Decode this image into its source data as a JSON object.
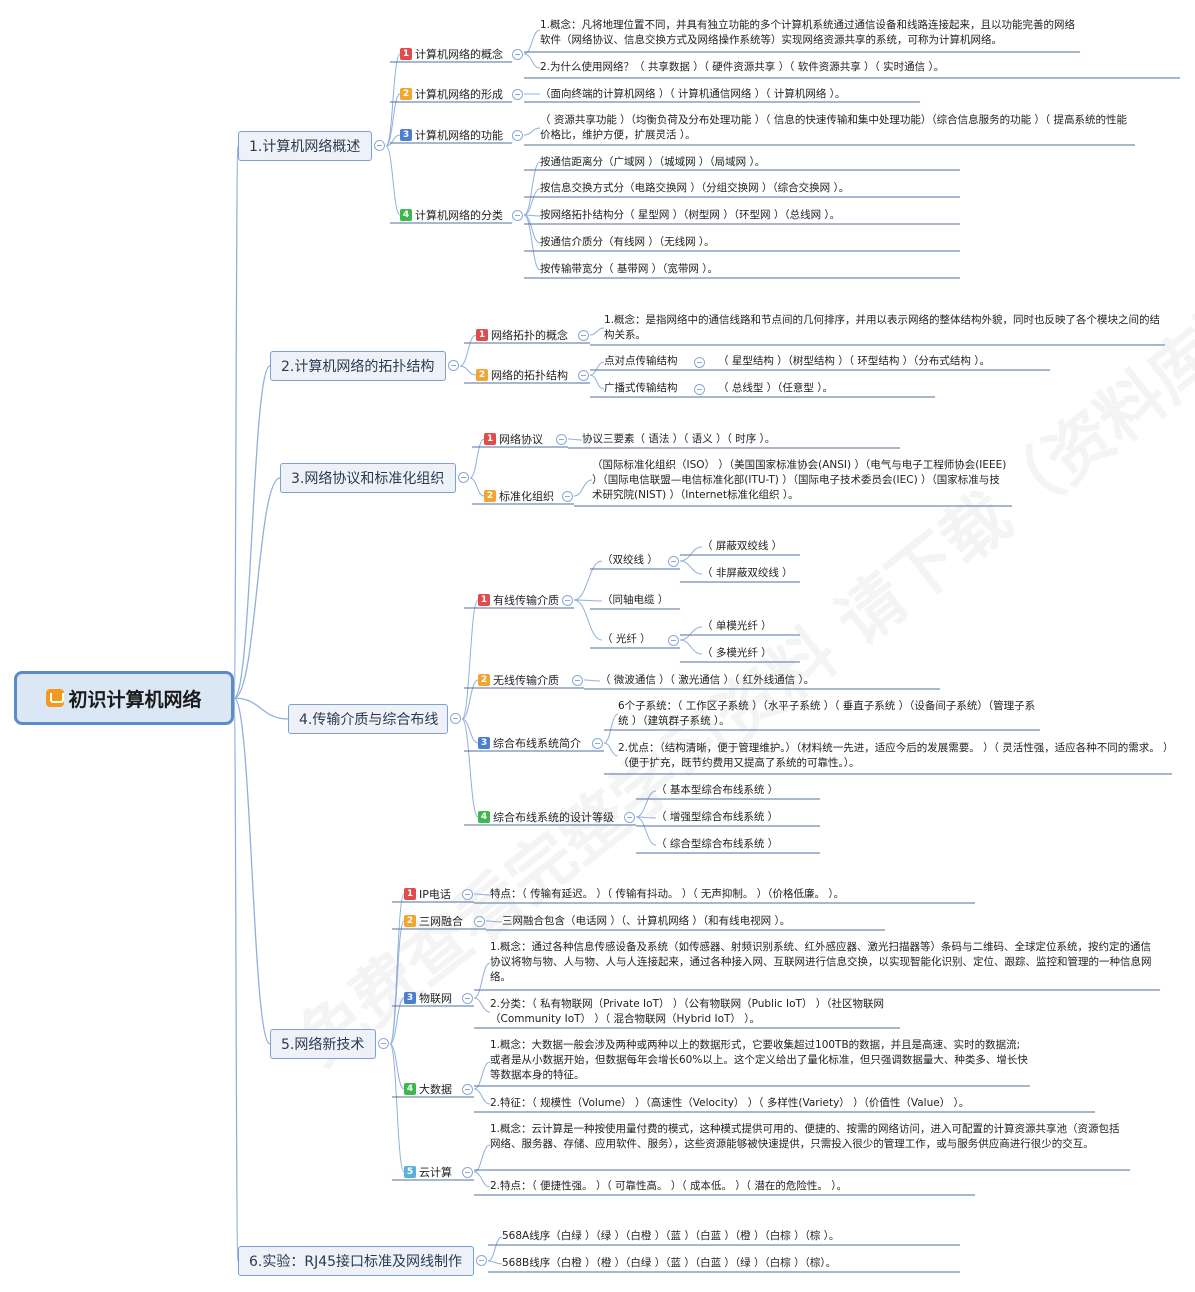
{
  "root": "初识计算机网络",
  "sections": [
    {
      "title": "1.计算机网络概述",
      "subs": [
        {
          "num": "1",
          "label": "计算机网络的概念",
          "leaves": [
            "1.概念：凡将地理位置不同，并具有独立功能的多个计算机系统通过通信设备和线路连接起来，且以功能完善的网络软件（网络协议、信息交换方式及网络操作系统等）实现网络资源共享的系统，可称为计算机网络。",
            "2.为什么使用网络？（        共享数据           ）（       硬件资源共享           ）（          软件资源共享           ）（     实时通信          ）。"
          ]
        },
        {
          "num": "2",
          "label": "计算机网络的形成",
          "leaves": [
            "（面向终端的计算机网络   ）（    计算机通信网络    ）（    计算机网络      ）。"
          ]
        },
        {
          "num": "3",
          "label": "计算机网络的功能",
          "leaves": [
            "（     资源共享功能      ）（均衡负荷及分布处理功能  ）（   信息的快速传输和集中处理功能）（综合信息服务的功能    ）（   提高系统的性能价格比，维护方便，扩展灵活     ）。"
          ]
        },
        {
          "num": "4",
          "label": "计算机网络的分类",
          "leaves": [
            "按通信距离分（广域网   ）（城域网       ）（局域网        ）。",
            "按信息交换方式分（电路交换网          ）（分组交换网        ）（综合交换网        ）。",
            "按网络拓扑结构分（   星型网       ）（树型网        ）（环型网        ）（总线网        ）。",
            "按通信介质分（有线网          ）（无线网         ）。",
            "按传输带宽分（   基带网         ）（宽带网          ）。"
          ]
        }
      ]
    },
    {
      "title": "2.计算机网络的拓扑结构",
      "subs": [
        {
          "num": "1",
          "label": "网络拓扑的概念",
          "leaves": [
            "1.概念：是指网络中的通信线路和节点间的几何排序，并用以表示网络的整体结构外貌，同时也反映了各个模块之间的结构关系。"
          ]
        },
        {
          "num": "2",
          "label": "网络的拓扑结构",
          "children": [
            {
              "label": "点对点传输结构",
              "leaf": "（      星型结构   ）（树型结构     ）（   环型结构   ）（分布式结构  ）。"
            },
            {
              "label": "广播式传输结构",
              "leaf": "（   总线型           ）（任意型          ）。"
            }
          ]
        }
      ]
    },
    {
      "title": "3.网络协议和标准化组织",
      "subs": [
        {
          "num": "1",
          "label": "网络协议",
          "leaves": [
            "协议三要素（       语法       ）（     语义          ）（       时序         ）。"
          ]
        },
        {
          "num": "2",
          "label": "标准化组织",
          "leaves": [
            "（国际标准化组织（ISO）        ）（美国国家标准协会(ANSI)          ）（电气与电子工程师协会(IEEE)  ）（国际电信联盟—电信标准化部(ITU-T)  ）（国际电子技术委员会(IEC)        ）（国家标准与技术研究院(NIST)  ）（Internet标准化组织          ）。"
          ]
        }
      ]
    },
    {
      "title": "4.传输介质与综合布线",
      "subs": [
        {
          "num": "1",
          "label": "有线传输介质",
          "children": [
            {
              "label": "（双绞线  ）",
              "leaves": [
                "（  屏蔽双绞线       ）",
                "（    非屏蔽双绞线       ）"
              ]
            },
            {
              "label": "（同轴电缆   ）",
              "leaves": []
            },
            {
              "label": "（  光纤   ）",
              "leaves": [
                "（     单模光纤         ）",
                "（    多模光纤         ）"
              ]
            }
          ]
        },
        {
          "num": "2",
          "label": "无线传输介质",
          "leaves": [
            "（ 微波通信                   ）（    激光通信           ）（   红外线通信              ）。"
          ]
        },
        {
          "num": "3",
          "label": "综合布线系统简介",
          "leaves": [
            "6个子系统：（   工作区子系统  ）（水平子系统   ）（   垂直子系统   ）（设备间子系统）（管理子系统   ）（建筑群子系统   ）。",
            "2.优点：（结构清晰，便于管理维护。）（材料统一先进，适应今后的发展需要。        ）（   灵活性强，适应各种不同的需求。       ）（便于扩充，既节约费用又提高了系统的可靠性。）。"
          ]
        },
        {
          "num": "4",
          "label": "综合布线系统的设计等级",
          "leaves": [
            "（     基本型综合布线系统          ）",
            "（       增强型综合布线系统         ）",
            "（     综合型综合布线系统            ）"
          ]
        }
      ]
    },
    {
      "title": "5.网络新技术",
      "subs": [
        {
          "num": "1",
          "label": "IP电话",
          "leaves": [
            "特点：（    传输有延迟。      ）（   传输有抖动。      ）（      无声抑制。      ）（价格低廉。       ）。"
          ]
        },
        {
          "num": "2",
          "label": "三网融合",
          "leaves": [
            "三网融合包含（电话网        ）（、计算机网络         ）（和有线电视网          ）。"
          ]
        },
        {
          "num": "3",
          "label": "物联网",
          "leaves": [
            "1.概念：通过各种信息传感设备及系统（如传感器、射频识别系统、红外感应器、激光扫描器等）条码与二维码、全球定位系统，按约定的通信协议将物与物、人与物、人与人连接起来，通过各种接入网、互联网进行信息交换，以实现智能化识别、定位、跟踪、监控和管理的一种信息网络。",
            "2.分类：（     私有物联网（Private IoT）         ）（公有物联网（Public IoT）             ）（社区物联网（Community IoT）       ）（     混合物联网（Hybrid IoT）         ）。"
          ]
        },
        {
          "num": "4",
          "label": "大数据",
          "leaves": [
            "1.概念：大数据一般会涉及两种或两种以上的数据形式，它要收集超过100TB的数据，并且是高速、实时的数据流;或者是从小数据开始，但数据每年会增长60%以上。这个定义给出了量化标准，但只强调数据量大、种类多、增长快等数据本身的特征。",
            "2.特征：（     规模性（Volume）          ）（高速性（Velocity）              ）（         多样性(Variety）      ）（价值性（Value）            ）。"
          ]
        },
        {
          "num": "5",
          "label": "云计算",
          "leaves": [
            "1.概念：云计算是一种按使用量付费的模式，这种模式提供可用的、便捷的、按需的网络访问，进入可配置的计算资源共享池（资源包括网络、服务器、存储、应用软件、服务），这些资源能够被快速提供，只需投入很少的管理工作，或与服务供应商进行很少的交互。",
            "2.特点：（    便捷性强。       ）（    可靠性高。      ）（   成本低。       ）（     潜在的危险性。      ）。"
          ]
        }
      ]
    },
    {
      "title": "6.实验：RJ45接口标准及网线制作",
      "subs": [
        {
          "num": "",
          "label": "",
          "leaves": [
            "568A线序（白绿  ）（绿    ）（白橙    ）（蓝    ）（白蓝    ）（橙    ）（白棕    ）（棕   ）。",
            "568B线序（白橙   ）（橙    ）（白绿    ）（蓝    ）（白蓝    ）（绿    ）（白棕    ）（棕）。"
          ]
        }
      ]
    }
  ],
  "watermark": "免费查看完整学习资料 请下载（资料库）APP",
  "colors": {
    "line": "#8fb0dc",
    "node_border": "#7da1d3",
    "root_border": "#5b8bc9"
  }
}
